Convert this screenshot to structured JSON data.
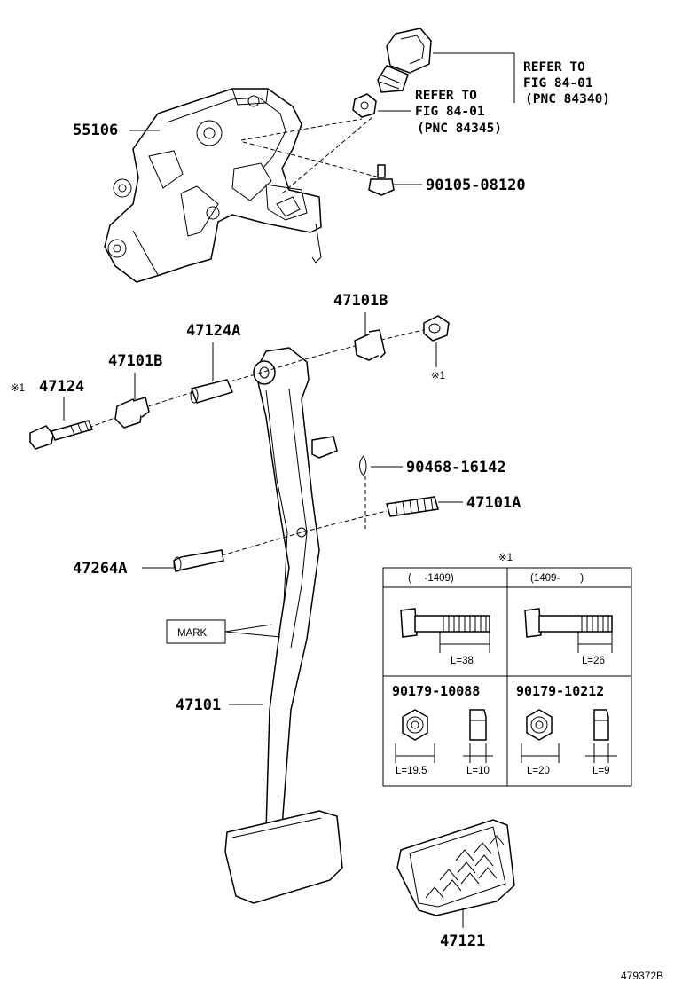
{
  "labels": {
    "p55106": "55106",
    "p90105": "90105-08120",
    "ref1": [
      "REFER TO",
      "FIG 84-01",
      "(PNC 84340)"
    ],
    "ref2": [
      "REFER TO",
      "FIG 84-01",
      "(PNC 84345)"
    ],
    "p47101B_top": "47101B",
    "p47124A": "47124A",
    "p47101B_left": "47101B",
    "p47124": "47124",
    "note_mark": "※1",
    "note_mark_nut": "※1",
    "p90468": "90468-16142",
    "p47101A": "47101A",
    "p47264A": "47264A",
    "mark": "MARK",
    "p47101": "47101",
    "p47121": "47121",
    "figure_id": "479372B"
  },
  "table": {
    "note": "※1",
    "header_left": "(　 -1409)",
    "header_right": "(1409-　　)",
    "bolt_left_len": "L=38",
    "bolt_right_len": "L=26",
    "nut_left_pn": "90179-10088",
    "nut_right_pn": "90179-10212",
    "nut_left_l1": "L=19.5",
    "nut_left_l2": "L=10",
    "nut_right_l1": "L=20",
    "nut_right_l2": "L=9"
  }
}
